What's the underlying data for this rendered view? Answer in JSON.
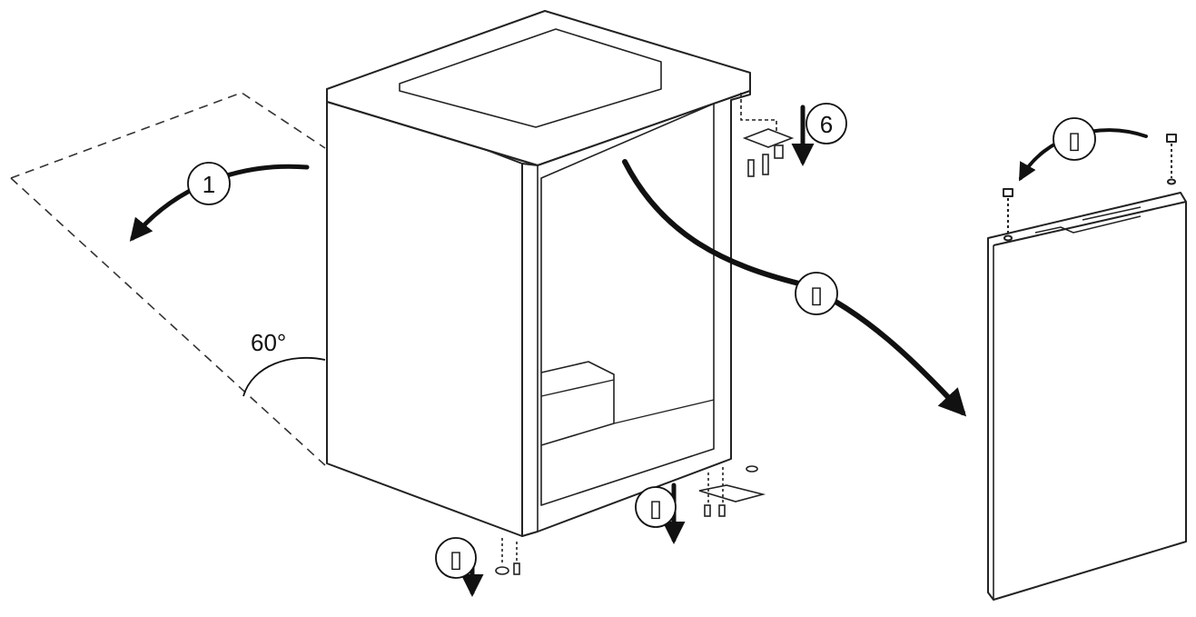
{
  "diagram": {
    "angle_label": "60°",
    "steps": [
      {
        "id": "step-1",
        "label": "1"
      },
      {
        "id": "step-6",
        "label": "6"
      },
      {
        "id": "step-hinge-pin",
        "label": "▯"
      },
      {
        "id": "step-door-lift",
        "label": "▯"
      },
      {
        "id": "step-bottom-hinge",
        "label": "▯"
      },
      {
        "id": "step-foot",
        "label": "▯"
      }
    ]
  }
}
